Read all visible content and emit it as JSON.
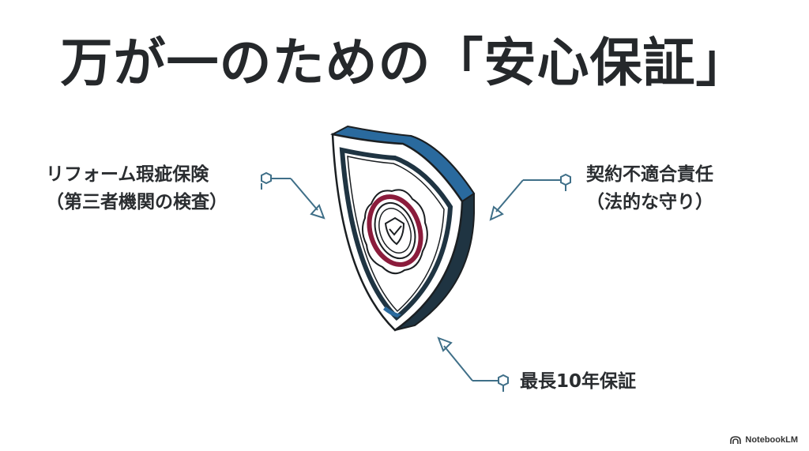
{
  "slide": {
    "title": "万が一のための「安心保証」",
    "background_color": "#ffffff"
  },
  "shield": {
    "icon": "shield-with-seal-check-icon",
    "colors": {
      "top_edge": "#2a6a9e",
      "side": "#1f3442",
      "face": "#ffffff",
      "outline": "#1b1f22",
      "seal": "#8b1c3c"
    }
  },
  "labels": {
    "left": {
      "line1": "リフォーム瑕疵保険",
      "line2": "（第三者機関の検査）"
    },
    "right": {
      "line1": "契約不適合責任",
      "line2": "（法的な守り）"
    },
    "bottom": {
      "line1": "最長10年保証"
    }
  },
  "connectors": {
    "color": "#3f6f88",
    "node_icon": "hexagon-node-icon",
    "arrow_icon": "open-triangle-arrowhead-icon"
  },
  "brand": {
    "icon": "notebooklm-logo-icon",
    "name": "NotebookLM"
  }
}
